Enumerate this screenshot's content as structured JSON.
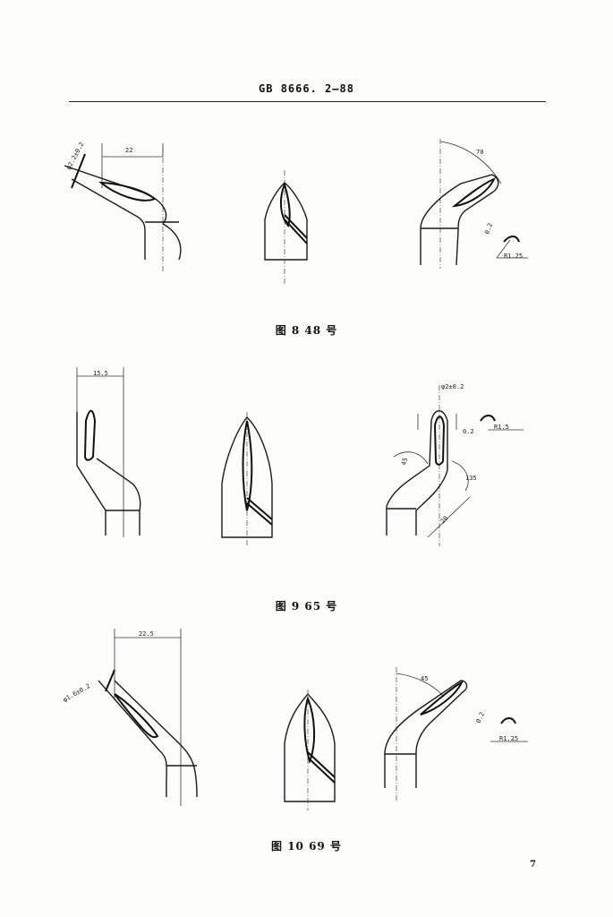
{
  "header": {
    "standard_number": "GB 8666. 2—88"
  },
  "figures": [
    {
      "caption": "图 8   48 号",
      "dims": {
        "diameter": "φ2.2±0.2",
        "length": "22",
        "angle": "70",
        "thickness": "0.2",
        "radius": "R1.25"
      }
    },
    {
      "caption": "图 9   65 号",
      "dims": {
        "length": "15.5",
        "diameter": "φ2±0.2",
        "thickness": "0.2",
        "radius": "R1.5",
        "angle_a": "45",
        "angle_b": "135",
        "length_b": "20"
      }
    },
    {
      "caption": "图 10   69 号",
      "dims": {
        "length": "22.5",
        "diameter": "φ1.6±0.2",
        "angle": "45",
        "thickness": "0.2",
        "radius": "R1.25"
      }
    }
  ],
  "page_number": "7"
}
